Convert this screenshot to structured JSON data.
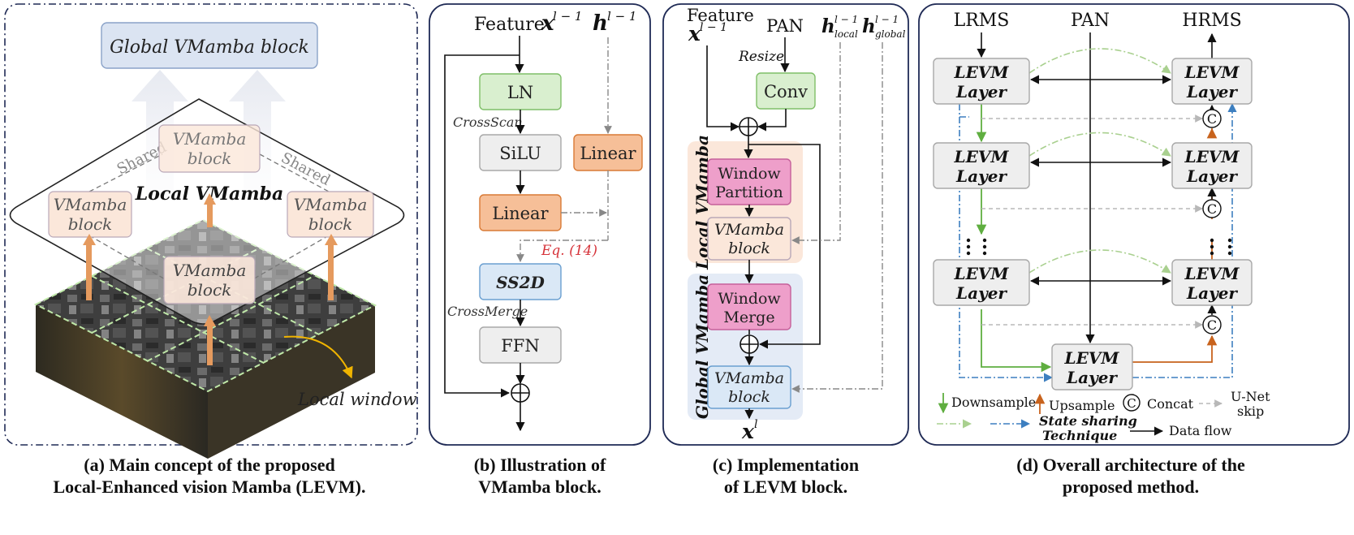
{
  "panel_a": {
    "global_block": "Global VMamba block",
    "local_title": "Local VMamba",
    "shared_left": "Shared",
    "shared_right": "Shared",
    "vmamba_line1": "VMamba",
    "vmamba_line2": "block",
    "local_window": "Local window",
    "caption_line1": "(a) Main concept of the proposed",
    "caption_line2": "Local-Enhanced vision Mamba (LEVM)."
  },
  "panel_b": {
    "feature_label": "Feature",
    "x_sym": "x",
    "sup": "l − 1",
    "h_sym": "h",
    "ln": "LN",
    "crossscan": "CrossScan",
    "silu": "SiLU",
    "linear_left": "Linear",
    "linear_right": "Linear",
    "eq": "Eq. (14)",
    "ss2d": "SS2D",
    "crossmerge": "CrossMerge",
    "ffn": "FFN",
    "caption_line1": "(b) Illustration of",
    "caption_line2": "VMamba block."
  },
  "panel_c": {
    "feature_label": "Feature",
    "x_sym": "x",
    "sup": "l − 1",
    "pan": "PAN",
    "h_local_sub": "local",
    "h_global_sub": "global",
    "resize": "Resize",
    "conv": "Conv",
    "local_group": "Local VMamba",
    "global_group": "Global VMamba",
    "window_partition_1": "Window",
    "window_partition_2": "Partition",
    "vmamba_1": "VMamba",
    "vmamba_2": "block",
    "window_merge_1": "Window",
    "window_merge_2": "Merge",
    "out_x": "x",
    "out_sup": "l",
    "caption_line1": "(c) Implementation",
    "caption_line2": "of LEVM block."
  },
  "panel_d": {
    "lrms": "LRMS",
    "pan": "PAN",
    "hrms": "HRMS",
    "levm_1": "LEVM",
    "levm_2": "Layer",
    "concat_sym": "C",
    "legend_downsample": "Downsample",
    "legend_upsample": "Upsample",
    "legend_concat": "Concat",
    "legend_unet_1": "U-Net",
    "legend_unet_2": "skip",
    "legend_state_1": "State sharing",
    "legend_state_2": "Technique",
    "legend_dataflow": "Data flow",
    "caption_line1": "(d) Overall architecture of the",
    "caption_line2": "proposed method."
  },
  "colors": {
    "navy": "#1f2a55",
    "ln_fill": "#d9efcf",
    "ln_stroke": "#7fbf68",
    "gray_fill": "#eeeeee",
    "gray_stroke": "#a8a8a8",
    "orange_fill": "#f6bf98",
    "orange_stroke": "#d97a35",
    "blue_fill": "#dae8f6",
    "blue_stroke": "#6a9fd0",
    "pink_fill": "#ee9fca",
    "pink_stroke": "#c5609a",
    "local_bg": "#fbe7da",
    "global_bg": "#e4ebf6",
    "green_arrow": "#6fb74f",
    "orange_arrow": "#c8631d",
    "state_green": "#a9d08f",
    "state_blue": "#3d7fc0",
    "eq_red": "#d6333a"
  }
}
